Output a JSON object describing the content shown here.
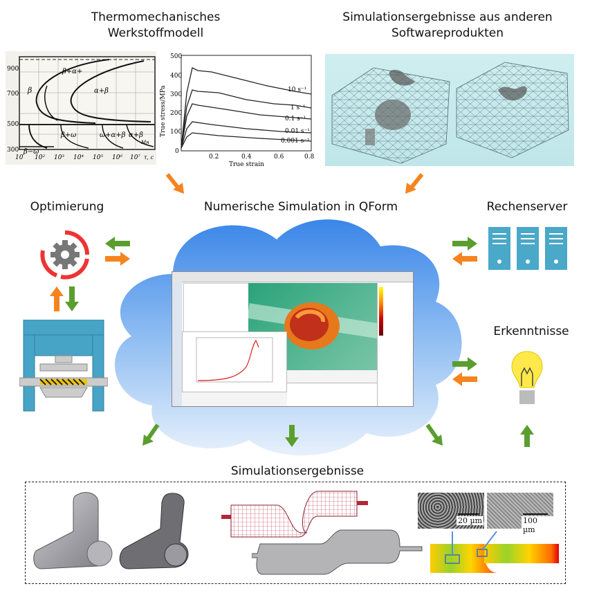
{
  "titles": {
    "material_model": "Thermomechanisches\nWerkstoffmodell",
    "other_software": "Simulationsergebnisse aus anderen\nSoftwareprodukten",
    "optimization": "Optimierung",
    "numeric_sim": "Numerische Simulation in QForm",
    "compute_server": "Rechenserver",
    "insights": "Erkenntnisse",
    "results": "Simulationsergebnisse"
  },
  "phase_diagram": {
    "y_ticks": [
      "900",
      "700",
      "500",
      "300"
    ],
    "x_ticks": [
      "10",
      "10²",
      "10³",
      "10⁴",
      "10⁵",
      "10⁶",
      "10⁷"
    ],
    "x_unit": "τ, c",
    "region_labels": [
      "β",
      "β+α+",
      "α+β",
      "β+ω",
      "ω+α+β",
      "α+β",
      "β−ω",
      "Mн"
    ]
  },
  "flow_curve_chart": {
    "ylabel": "True stress/MPa",
    "xlabel": "True strain",
    "y_ticks": [
      "500",
      "400",
      "300",
      "200",
      "100",
      "0"
    ],
    "x_ticks": [
      "0.2",
      "0.4",
      "0.6",
      "0.8"
    ],
    "curve_labels": [
      "10 s⁻¹",
      "1 s⁻¹",
      "0.1 s⁻¹",
      "0.01 s⁻¹",
      "0.001 s⁻¹"
    ]
  },
  "scale_bars": {
    "left": "20 µm",
    "right": "100 µm"
  },
  "colors": {
    "arrow_orange": "#f5841f",
    "arrow_green": "#5a9e2f",
    "server_blue": "#4aa8c8",
    "press_blue": "#48a4c6",
    "cloud_blue": "#3a86e8"
  }
}
